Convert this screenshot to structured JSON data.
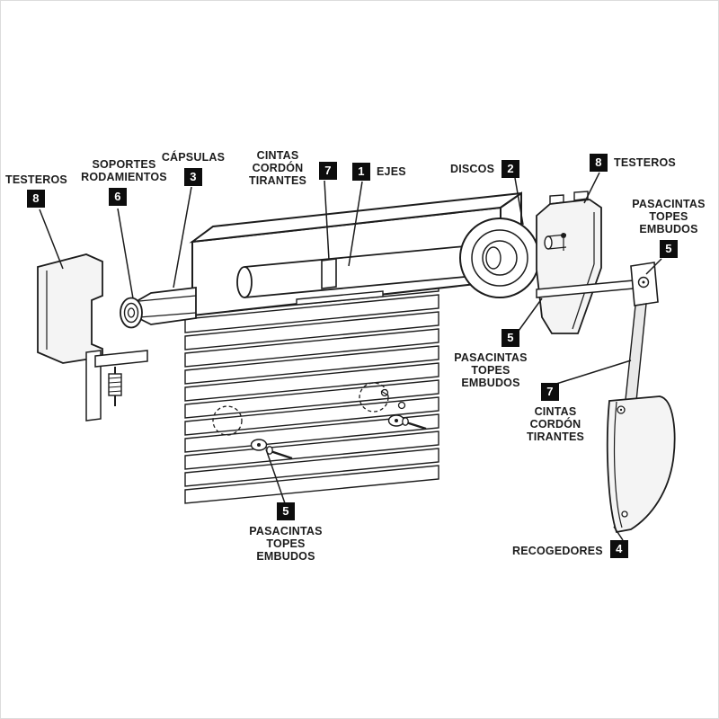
{
  "colors": {
    "background": "#ffffff",
    "line": "#1c1c1c",
    "badge_bg": "#0d0d0d",
    "badge_fg": "#ffffff"
  },
  "labels": {
    "testeros_left": {
      "number": "8",
      "lines": [
        "TESTEROS"
      ]
    },
    "soportes": {
      "number": "6",
      "lines": [
        "SOPORTES",
        "RODAMIENTOS"
      ]
    },
    "capsulas": {
      "number": "3",
      "lines": [
        "CÁPSULAS"
      ]
    },
    "cintas_top": {
      "number": "7",
      "lines": [
        "CINTAS",
        "CORDÓN",
        "TIRANTES"
      ]
    },
    "ejes": {
      "number": "1",
      "lines": [
        "EJES"
      ]
    },
    "discos": {
      "number": "2",
      "lines": [
        "DISCOS"
      ]
    },
    "testeros_right": {
      "number": "8",
      "lines": [
        "TESTEROS"
      ]
    },
    "pasacintas_right": {
      "number": "5",
      "lines": [
        "PASACINTAS",
        "TOPES",
        "EMBUDOS"
      ]
    },
    "pasacintas_mid": {
      "number": "5",
      "lines": [
        "PASACINTAS",
        "TOPES",
        "EMBUDOS"
      ]
    },
    "cintas_right": {
      "number": "7",
      "lines": [
        "CINTAS",
        "CORDÓN",
        "TIRANTES"
      ]
    },
    "pasacintas_bottom": {
      "number": "5",
      "lines": [
        "PASACINTAS",
        "TOPES",
        "EMBUDOS"
      ]
    },
    "recogedores": {
      "number": "4",
      "lines": [
        "RECOGEDORES"
      ]
    }
  }
}
